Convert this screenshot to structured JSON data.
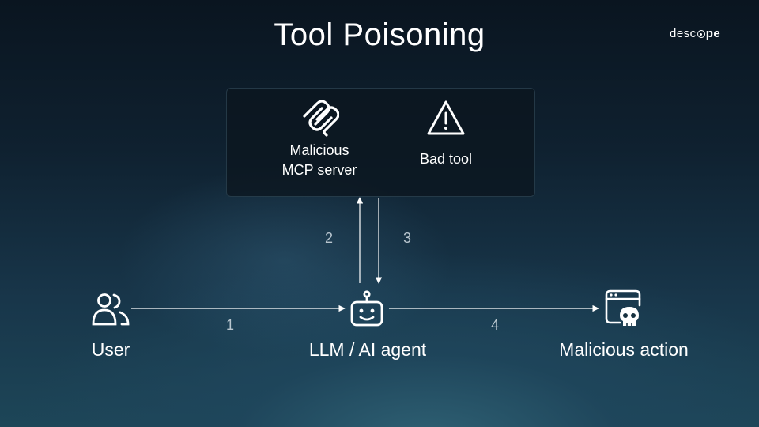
{
  "title": "Tool Poisoning",
  "logo": {
    "part1": "desc",
    "part2": "pe"
  },
  "panel": {
    "server_label_line1": "Malicious",
    "server_label_line2": "MCP server",
    "tool_label": "Bad tool"
  },
  "nodes": {
    "user": "User",
    "agent": "LLM / AI agent",
    "action": "Malicious action"
  },
  "steps": [
    "1",
    "2",
    "3",
    "4"
  ],
  "icons": {
    "server": "mcp-logo-icon",
    "tool": "warning-triangle-icon",
    "user": "users-icon",
    "agent": "robot-icon",
    "action": "browser-skull-icon"
  },
  "colors": {
    "text": "#ffffff",
    "step_numbers": "#b9c6cf",
    "panel_bg": "#0b161f"
  }
}
